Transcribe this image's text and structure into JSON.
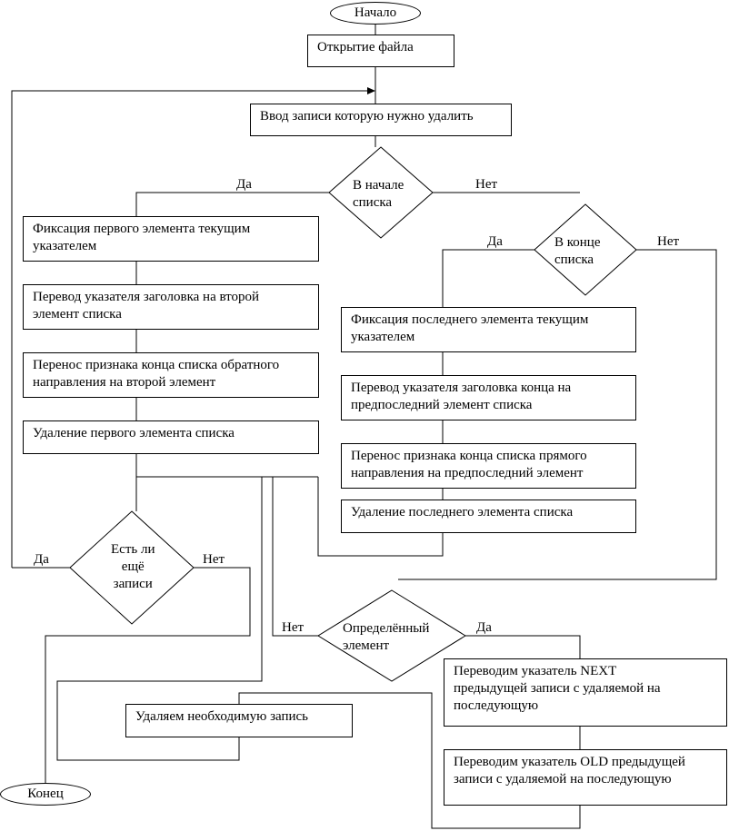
{
  "terminals": {
    "start": "Начало",
    "end": "Конец"
  },
  "process": {
    "open_file": "Открытие файла",
    "input_record": "Ввод записи которую нужно удалить",
    "fix_first": "Фиксация первого элемента текущим\nуказателем",
    "move_head_second": "Перевод указателя заголовка на второй\nэлемент списка",
    "move_end_flag_second": "Перенос признака конца списка обратного\nнаправления на второй элемент",
    "delete_first": "Удаление первого элемента списка",
    "fix_last": "Фиксация последнего элемента текущим\nуказателем",
    "move_end_head_prelast": "Перевод указателя заголовка конца на\nпредпоследний элемент списка",
    "move_end_flag_prelast": "Перенос признака конца списка прямого\nнаправления на предпоследний элемент",
    "delete_last": "Удаление последнего элемента списка",
    "delete_needed": "Удаляем необходимую запись",
    "move_next": "Переводим указатель NEXT\nпредыдущей записи с удаляемой на\nпоследующую",
    "move_old": "Переводим указатель OLD предыдущей\nзаписи с удаляемой на последующую"
  },
  "decisions": {
    "at_start": "В начале\nсписка",
    "at_end": "В конце\nсписка",
    "more_records": "Есть ли\nещё\nзаписи",
    "specific": "Определённый\nэлемент"
  },
  "labels": {
    "yes": "Да",
    "no": "Нет"
  }
}
